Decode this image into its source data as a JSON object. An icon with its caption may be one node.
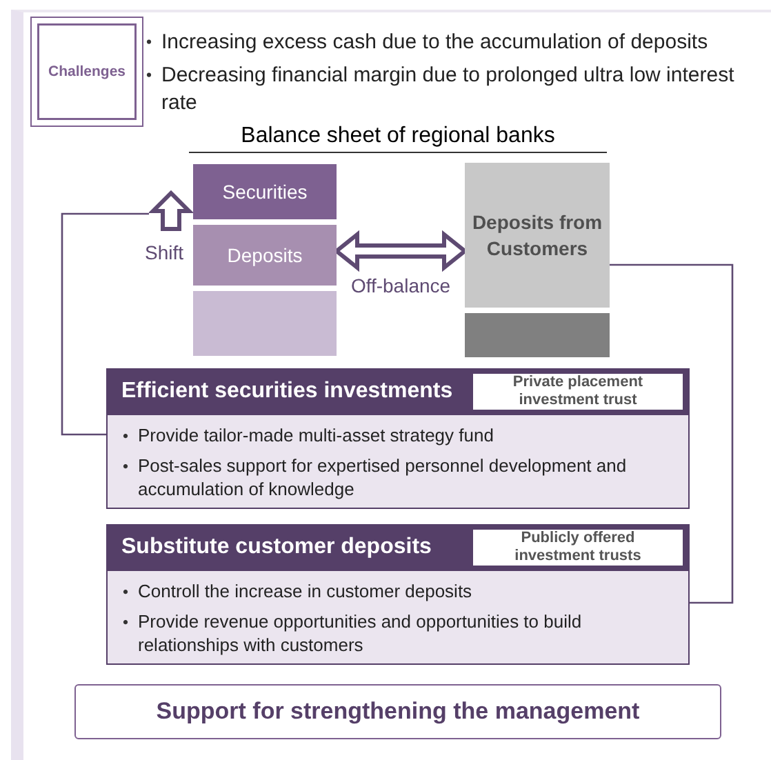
{
  "diagram": {
    "nodes": [
      {
        "text": [
          "Challenges"
        ],
        "beside": [
          "Increasing excess cash due to the accumulation of deposits",
          "Decreasing financial margin due to prolonged ultra low interest rate"
        ]
      },
      {
        "text": [
          "Securities"
        ]
      },
      {
        "text": [
          "Deposits"
        ]
      },
      {
        "text": [],
        "shape": "box"
      },
      {
        "text": [
          "Deposits from Customers"
        ]
      },
      {
        "text": [],
        "shape": "box"
      },
      {
        "text": [],
        "shape": "arrow",
        "beside": [
          "Shift"
        ]
      },
      {
        "text": [
          "Efficient securities investments",
          "Provide tailor-made multi-asset strategy fund",
          "Post-sales support for expertised personnel development and accumulation of knowledge"
        ]
      },
      {
        "text": [
          "Private placement investment trust"
        ],
        "in": 7
      },
      {
        "text": [
          "Substitute customer deposits",
          "Controll the increase in customer deposits",
          "Provide revenue opportunities and opportunities to build relationships with customers"
        ]
      },
      {
        "text": [
          "Publicly offered investment trusts"
        ],
        "in": 9
      },
      {
        "text": [
          "Support for strengthening the management"
        ]
      }
    ],
    "edges": [
      {
        "from": 7,
        "to": 6,
        "arrow": "none"
      },
      {
        "from": 2,
        "to": 4,
        "arrow": "both",
        "label": "Off-balance",
        "style": "thick"
      },
      {
        "from": 4,
        "to": 9,
        "arrow": "none"
      }
    ],
    "labels": [
      "Balance sheet of regional banks"
    ]
  }
}
